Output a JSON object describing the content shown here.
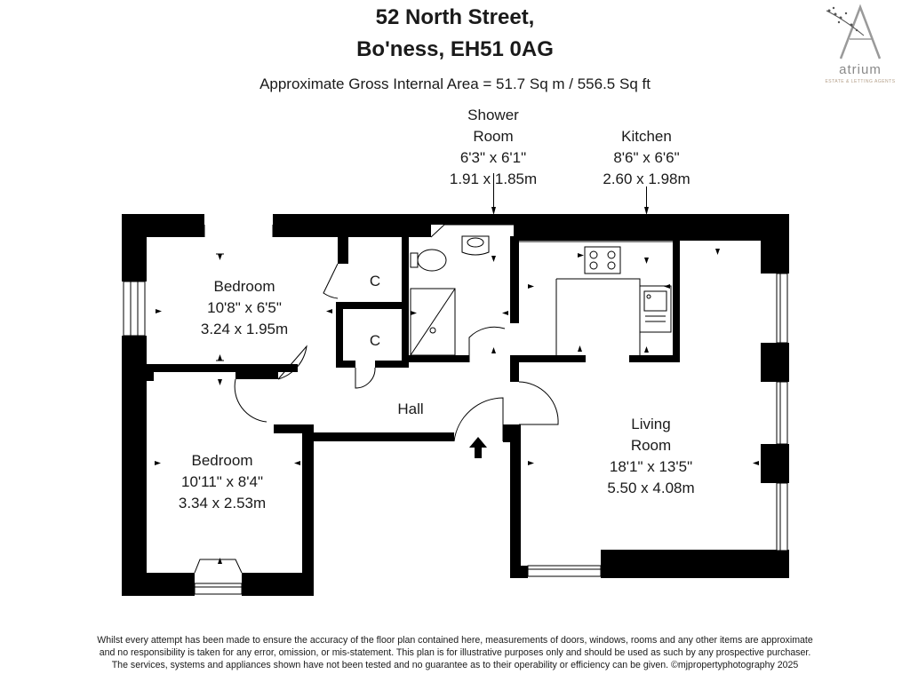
{
  "header": {
    "address_line1": "52 North Street,",
    "address_line2": "Bo'ness, EH51 0AG",
    "area_text": "Approximate Gross Internal Area = 51.7 Sq m / 556.5 Sq ft"
  },
  "logo": {
    "name": "atrium",
    "tagline": "ESTATE & LETTING AGENTS",
    "icon": "letter-a-blossom-logo"
  },
  "rooms": {
    "shower_room": {
      "name_line1": "Shower",
      "name_line2": "Room",
      "imperial": "6'3\" x 6'1\"",
      "metric": "1.91 x 1.85m"
    },
    "kitchen": {
      "name": "Kitchen",
      "imperial": "8'6\" x 6'6\"",
      "metric": "2.60 x 1.98m"
    },
    "bedroom_1": {
      "name": "Bedroom",
      "imperial": "10'8\" x 6'5\"",
      "metric": "3.24 x 1.95m"
    },
    "bedroom_2": {
      "name": "Bedroom",
      "imperial": "10'11\" x 8'4\"",
      "metric": "3.34 x 2.53m"
    },
    "living_room": {
      "name_line1": "Living",
      "name_line2": "Room",
      "imperial": "18'1\" x 13'5\"",
      "metric": "5.50 x 4.08m"
    },
    "hall": {
      "name": "Hall"
    },
    "cupboard_1": {
      "name": "C"
    },
    "cupboard_2": {
      "name": "C"
    }
  },
  "colors": {
    "wall": "#000000",
    "background": "#ffffff",
    "text": "#1a1a1a",
    "logo": "#8a8a8a"
  },
  "disclaimer": {
    "line1": "Whilst every attempt has been made to ensure the accuracy of the floor plan contained here, measurements of doors, windows, rooms and any other items are approximate",
    "line2": "and no responsibility is taken for any error, omission, or mis-statement. This plan is for illustrative purposes only and should be used as such by any prospective purchaser.",
    "line3": "The services, systems and appliances shown have not been tested and no guarantee as to their operability or efficiency can be given. ©mjpropertyphotography 2025"
  }
}
